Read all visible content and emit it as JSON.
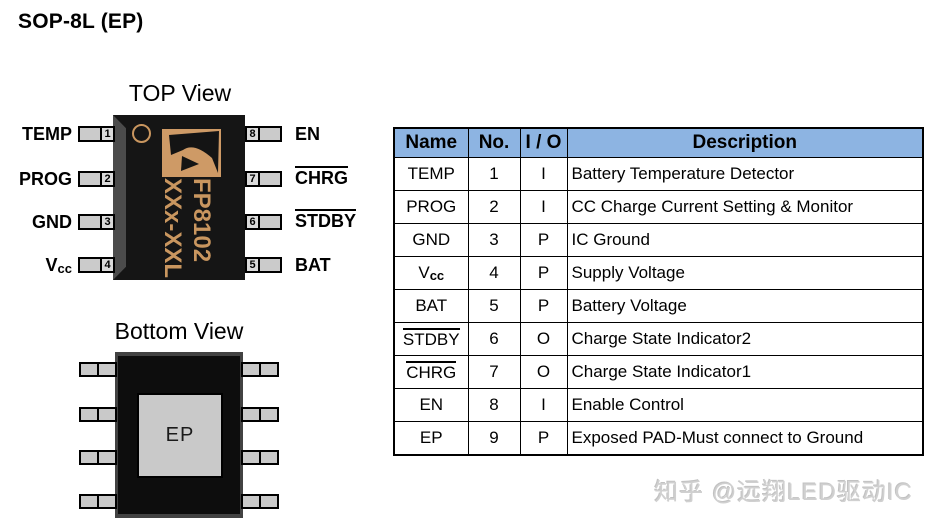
{
  "page_title": "SOP-8L (EP)",
  "watermark": "知乎 @远翔LED驱动IC",
  "top_view": {
    "title": "TOP View",
    "marking_line1": "FP8102",
    "marking_line2": "XXx-XXL",
    "left_pins": [
      {
        "label": "TEMP",
        "number": "1"
      },
      {
        "label": "PROG",
        "number": "2"
      },
      {
        "label": "GND",
        "number": "3"
      },
      {
        "label": "V",
        "label_sub": "cc",
        "number": "4"
      }
    ],
    "right_pins": [
      {
        "label": "EN",
        "number": "8",
        "overline": false
      },
      {
        "label": "CHRG",
        "number": "7",
        "overline": true
      },
      {
        "label": "STDBY",
        "number": "6",
        "overline": true
      },
      {
        "label": "BAT",
        "number": "5",
        "overline": false
      }
    ]
  },
  "bottom_view": {
    "title": "Bottom View",
    "pad_label": "EP"
  },
  "pin_table": {
    "headers": [
      "Name",
      "No.",
      "I / O",
      "Description"
    ],
    "rows": [
      {
        "name": "TEMP",
        "no": "1",
        "io": "I",
        "description": "Battery Temperature Detector"
      },
      {
        "name": "PROG",
        "no": "2",
        "io": "I",
        "description": "CC Charge Current Setting & Monitor"
      },
      {
        "name": "GND",
        "no": "3",
        "io": "P",
        "description": "IC Ground"
      },
      {
        "name": "V",
        "name_sub": "cc",
        "no": "4",
        "io": "P",
        "description": "Supply Voltage"
      },
      {
        "name": "BAT",
        "no": "5",
        "io": "P",
        "description": "Battery Voltage"
      },
      {
        "name": "STDBY",
        "overline": true,
        "no": "6",
        "io": "O",
        "description": "Charge State Indicator2"
      },
      {
        "name": "CHRG",
        "overline": true,
        "no": "7",
        "io": "O",
        "description": "Charge State Indicator1"
      },
      {
        "name": "EN",
        "no": "8",
        "io": "I",
        "description": "Enable Control"
      },
      {
        "name": "EP",
        "no": "9",
        "io": "P",
        "description": "Exposed PAD-Must connect to Ground"
      }
    ]
  },
  "colors": {
    "table_header_bg": "#8DB4E2",
    "chip_body": "#151515",
    "chip_marking_tan": "#C9965F",
    "pin_lead_gray": "#CBCBCB",
    "ep_pad_gray": "#C9C9C9"
  }
}
